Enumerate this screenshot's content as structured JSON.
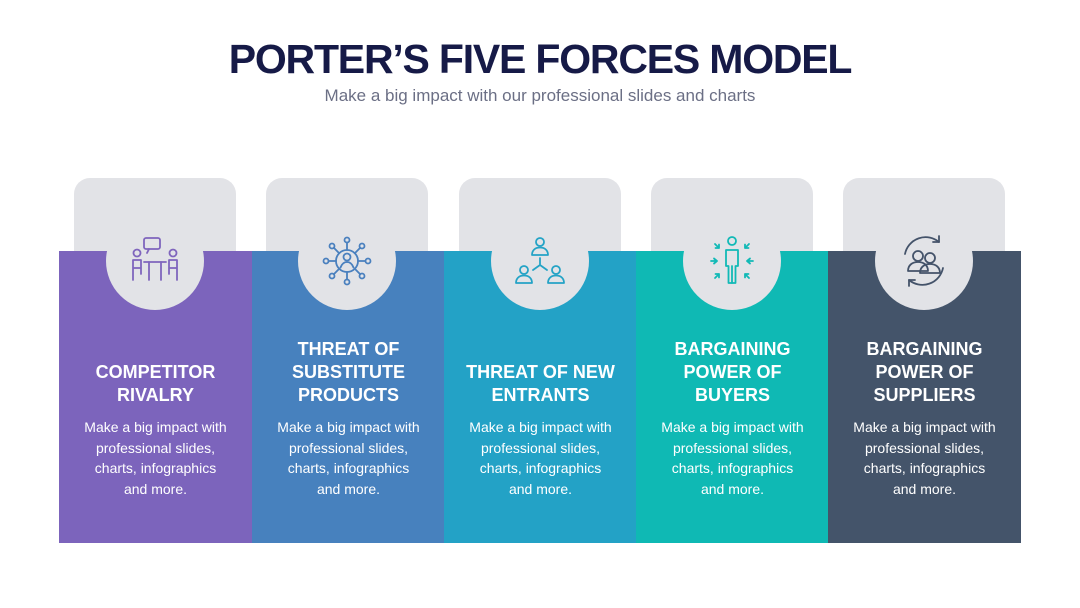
{
  "slide": {
    "title": "PORTER’S FIVE FORCES MODEL",
    "subtitle": "Make a big impact with our professional slides and charts"
  },
  "colors": {
    "title": "#161a47",
    "tab": "#e2e3e7",
    "icon_stroke": "#7f65bd",
    "icon_stroke_blue": "#4a80be",
    "icon_stroke_cyan": "#24a3c6",
    "icon_stroke_teal": "#11b9b6",
    "icon_stroke_slate": "#44536a"
  },
  "forces": [
    {
      "heading": "COMPETITOR\nRIVALRY",
      "description": "Make a big impact with\nprofessional slides,\ncharts, infographics\nand more.",
      "color": "#7c64bc",
      "icon": "meeting-table-icon"
    },
    {
      "heading": "THREAT OF\nSUBSTITUTE\nPRODUCTS",
      "description": "Make a big impact with\nprofessional slides,\ncharts, infographics\nand more.",
      "color": "#4781be",
      "icon": "network-person-icon"
    },
    {
      "heading": "THREAT OF NEW\nENTRANTS",
      "description": "Make a big impact with\nprofessional slides,\ncharts, infographics\nand more.",
      "color": "#23a2c6",
      "icon": "team-hierarchy-icon"
    },
    {
      "heading": "BARGAINING\nPOWER OF\nBUYERS",
      "description": "Make a big impact with\nprofessional slides,\ncharts, infographics\nand more.",
      "color": "#0fb9b4",
      "icon": "person-arrows-icon"
    },
    {
      "heading": "BARGAINING\nPOWER OF\nSUPPLIERS",
      "description": "Make a big impact with\nprofessional slides,\ncharts, infographics\nand more.",
      "color": "#44546a",
      "icon": "users-cycle-icon"
    }
  ]
}
